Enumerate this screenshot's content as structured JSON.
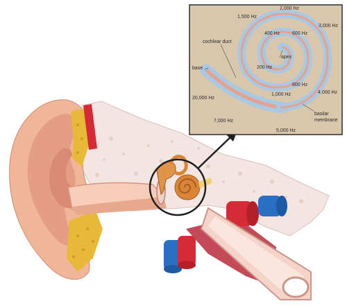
{
  "inset": {
    "frequencies": {
      "f2000": "2,000 Hz",
      "f1500": "1,500 Hz",
      "f3000": "3,000 Hz",
      "f400": "400 Hz",
      "f600": "600 Hz",
      "f200": "200 Hz",
      "f800": "800 Hz",
      "f1000": "1,000 Hz",
      "f4000": "4,000 Hz",
      "f20000": "20,000 Hz",
      "f7000": "7,000 Hz",
      "f5000": "5,000 Hz"
    },
    "labels": {
      "cochlear_duct": "cochlear duct",
      "apex": "apex",
      "base": "base",
      "basilar_membrane_line1": "basilar",
      "basilar_membrane_line2": "membrane"
    }
  },
  "colors": {
    "inset_background": "#d9c7ad",
    "inset_border": "#2d2d2d",
    "spiral_outer": "#a9c9e2",
    "spiral_duct": "#e6a08e",
    "skin": "#f0b69a",
    "skin_shadow": "#d98a72",
    "bone": "#f2e4df",
    "fat": "#e8b838",
    "artery": "#d42b36",
    "vein": "#2a6fc2",
    "muscle": "#c44a58",
    "cochlea": "#d98436"
  }
}
